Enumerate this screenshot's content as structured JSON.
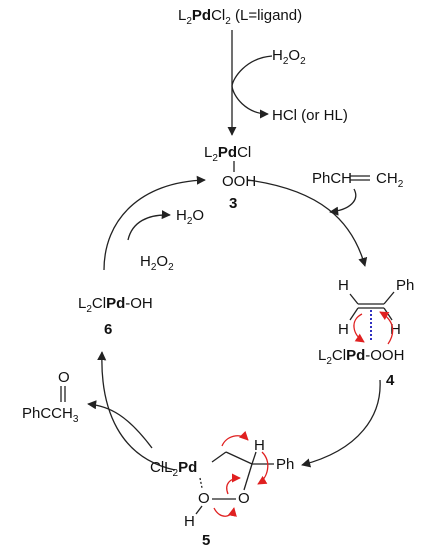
{
  "top": {
    "precursor": {
      "L": "L",
      "L_sub": "2",
      "Pd": "Pd",
      "Cl": "Cl",
      "Cl_sub": "2",
      "note": " (L=ligand)"
    },
    "reagent_in": {
      "main": "H",
      "sub1": "2",
      "O": "O",
      "sub2": "2"
    },
    "byproduct": "HCl (or HL)"
  },
  "species3": {
    "top": {
      "L": "L",
      "L_sub": "2",
      "Pd": "Pd",
      "Cl": "Cl"
    },
    "ooh": "OOH",
    "number": "3"
  },
  "styrene": {
    "left": "PhCH",
    "right": "CH",
    "sub": "2"
  },
  "species4": {
    "H1": "H",
    "H2": "H",
    "H3": "H",
    "Ph": "Ph",
    "L": "L",
    "L_sub": "2",
    "Cl": "Cl",
    "Pd": "Pd",
    "ooh": "-OOH",
    "number": "4"
  },
  "species5": {
    "Cl": "ClL",
    "L_sub": "2",
    "Pd": "Pd",
    "H": "H",
    "Ph": "Ph",
    "O1": "O",
    "O2": "O",
    "H_oh": "H",
    "number": "5"
  },
  "species6": {
    "L": "L",
    "L_sub": "2",
    "Cl": "Cl",
    "Pd": "Pd",
    "oh": "-OH",
    "number": "6"
  },
  "water_out": {
    "H": "H",
    "sub": "2",
    "O": "O"
  },
  "peroxide_in": {
    "H": "H",
    "sub1": "2",
    "O": "O",
    "sub2": "2"
  },
  "product": {
    "O": "O",
    "main": "PhCCH",
    "sub": "3"
  }
}
